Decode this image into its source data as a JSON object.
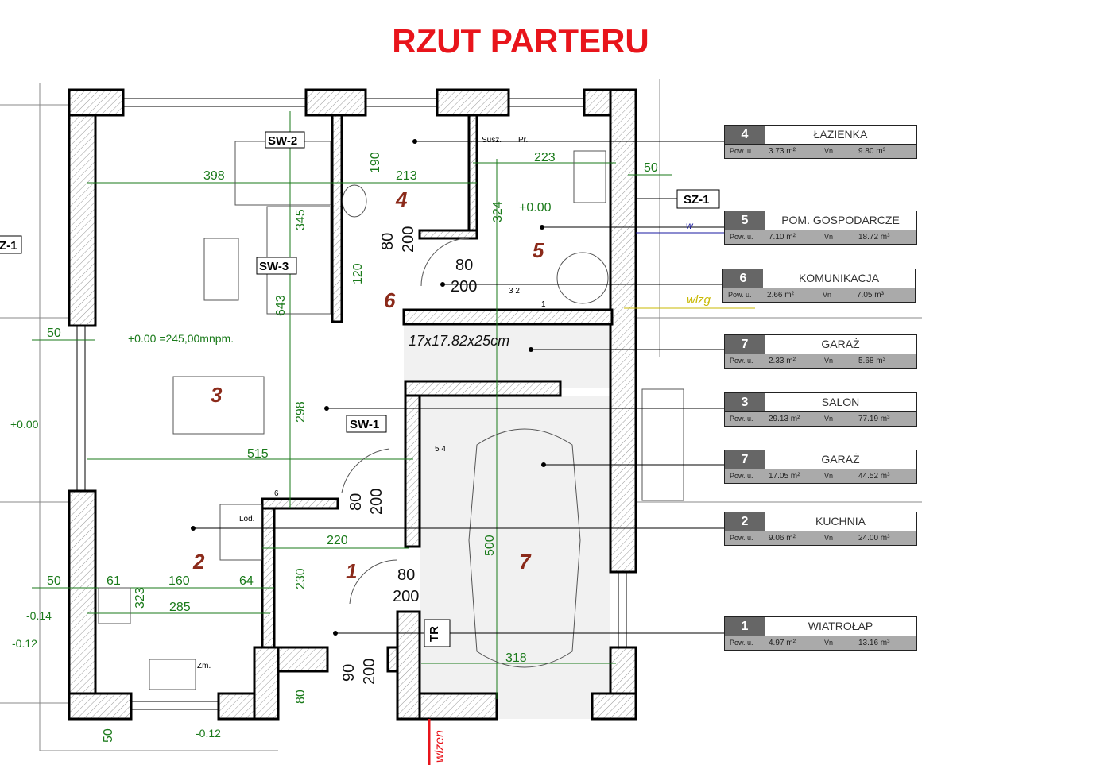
{
  "title": "RZUT PARTERU",
  "rooms": [
    {
      "no": "4",
      "name": "ŁAZIENKA",
      "pow_label": "Pow. u.",
      "area": "3.73 m²",
      "vn_label": "Vn",
      "volume": "9.80 m³"
    },
    {
      "no": "5",
      "name": "POM. GOSPODARCZE",
      "pow_label": "Pow. u.",
      "area": "7.10 m²",
      "vn_label": "Vn",
      "volume": "18.72 m³"
    },
    {
      "no": "6",
      "name": "KOMUNIKACJA",
      "pow_label": "Pow. u.",
      "area": "2.66 m²",
      "vn_label": "Vn",
      "volume": "7.05 m³"
    },
    {
      "no": "7",
      "name": "GARAŻ",
      "pow_label": "Pow. u.",
      "area": "2.33 m²",
      "vn_label": "Vn",
      "volume": "5.68 m³"
    },
    {
      "no": "3",
      "name": "SALON",
      "pow_label": "Pow. u.",
      "area": "29.13 m²",
      "vn_label": "Vn",
      "volume": "77.19 m³"
    },
    {
      "no": "7",
      "name": "GARAŻ",
      "pow_label": "Pow. u.",
      "area": "17.05 m²",
      "vn_label": "Vn",
      "volume": "44.52 m³"
    },
    {
      "no": "2",
      "name": "KUCHNIA",
      "pow_label": "Pow. u.",
      "area": "9.06 m²",
      "vn_label": "Vn",
      "volume": "24.00 m³"
    },
    {
      "no": "1",
      "name": "WIATROŁAP",
      "pow_label": "Pow. u.",
      "area": "4.97 m²",
      "vn_label": "Vn",
      "volume": "13.16 m³"
    }
  ],
  "plan_room_numbers": [
    "4",
    "5",
    "6",
    "3",
    "2",
    "1",
    "7"
  ],
  "tags": [
    "SW-2",
    "SW-3",
    "SW-1",
    "SZ-1",
    "Z-1",
    "TR"
  ],
  "dims": [
    "398",
    "213",
    "190",
    "345",
    "223",
    "324",
    "+0.00",
    "50",
    "80",
    "200",
    "80",
    "200",
    "120",
    "643",
    "50",
    "+0.00 =245,00mnpm.",
    "298",
    "+0.00",
    "515",
    "80",
    "200",
    "220",
    "500",
    "80",
    "200",
    "230",
    "50",
    "61",
    "160",
    "64",
    "323",
    "285",
    "-0.14",
    "-0.12",
    "318",
    "90",
    "200",
    "80",
    "-0.12",
    "50"
  ],
  "stairs": "17x17.82x25cm",
  "labels": {
    "susz": "Susz.",
    "pr": "Pr.",
    "lod": "Lod.",
    "zm": "Zm.",
    "n32": "3 2",
    "n1": "1",
    "n54": "5 4",
    "n6": "6",
    "wlzen": "wlzen",
    "wlzg": "wlzg",
    "w": "w"
  },
  "colors": {
    "title": "#e8141b",
    "dimension": "#1a7a1a",
    "room_number": "#8b2a1a",
    "legend_number_bg": "#666666",
    "legend_row_bg": "#aaaaaa"
  }
}
